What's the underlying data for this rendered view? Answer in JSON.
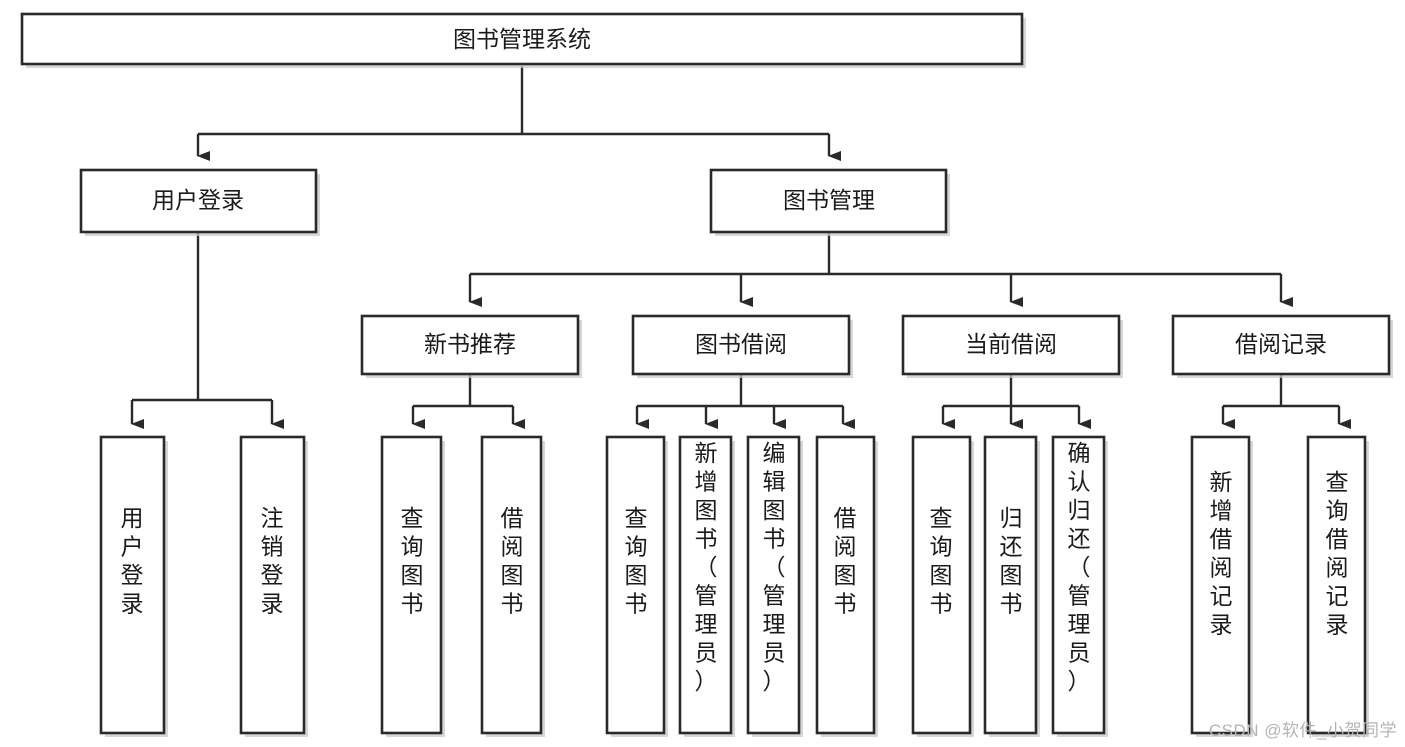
{
  "diagram": {
    "type": "tree-hierarchy-chart",
    "title": "图书管理系统",
    "watermark": "CSDN @软件_小贺同学",
    "colors": {
      "box_stroke": "#2a2a2a",
      "box_fill": "#ffffff",
      "connector": "#2a2a2a",
      "background": "#ffffff",
      "watermark_text": "#b4b4b4"
    },
    "levels": [
      {
        "level": 0,
        "nodes": [
          {
            "id": "root",
            "label": "图书管理系统",
            "orientation": "horizontal"
          }
        ]
      },
      {
        "level": 1,
        "nodes": [
          {
            "id": "user-login",
            "label": "用户登录",
            "orientation": "horizontal",
            "parent": "root"
          },
          {
            "id": "book-manage",
            "label": "图书管理",
            "orientation": "horizontal",
            "parent": "root"
          }
        ]
      },
      {
        "level": 2,
        "nodes": [
          {
            "id": "new-book-rec",
            "label": "新书推荐",
            "orientation": "horizontal",
            "parent": "book-manage"
          },
          {
            "id": "book-borrow",
            "label": "图书借阅",
            "orientation": "horizontal",
            "parent": "book-manage"
          },
          {
            "id": "current-borrow",
            "label": "当前借阅",
            "orientation": "horizontal",
            "parent": "book-manage"
          },
          {
            "id": "borrow-record",
            "label": "借阅记录",
            "orientation": "horizontal",
            "parent": "book-manage"
          }
        ]
      },
      {
        "level": 3,
        "nodes": [
          {
            "id": "leaf-user-login",
            "label": "用户登录",
            "orientation": "vertical",
            "parent": "user-login"
          },
          {
            "id": "leaf-logout",
            "label": "注销登录",
            "orientation": "vertical",
            "parent": "user-login"
          },
          {
            "id": "leaf-query-book-1",
            "label": "查询图书",
            "orientation": "vertical",
            "parent": "new-book-rec"
          },
          {
            "id": "leaf-borrow-book-1",
            "label": "借阅图书",
            "orientation": "vertical",
            "parent": "new-book-rec"
          },
          {
            "id": "leaf-query-book-2",
            "label": "查询图书",
            "orientation": "vertical",
            "parent": "book-borrow"
          },
          {
            "id": "leaf-add-book",
            "label": "新增图书（管理员）",
            "orientation": "vertical",
            "parent": "book-borrow"
          },
          {
            "id": "leaf-edit-book",
            "label": "编辑图书（管理员）",
            "orientation": "vertical",
            "parent": "book-borrow"
          },
          {
            "id": "leaf-borrow-book-2",
            "label": "借阅图书",
            "orientation": "vertical",
            "parent": "book-borrow"
          },
          {
            "id": "leaf-query-book-3",
            "label": "查询图书",
            "orientation": "vertical",
            "parent": "current-borrow"
          },
          {
            "id": "leaf-return-book",
            "label": "归还图书",
            "orientation": "vertical",
            "parent": "current-borrow"
          },
          {
            "id": "leaf-confirm-return",
            "label": "确认归还（管理员）",
            "orientation": "vertical",
            "parent": "current-borrow"
          },
          {
            "id": "leaf-add-record",
            "label": "新增借阅记录",
            "orientation": "vertical",
            "parent": "borrow-record"
          },
          {
            "id": "leaf-query-record",
            "label": "查询借阅记录",
            "orientation": "vertical",
            "parent": "borrow-record"
          }
        ]
      }
    ]
  }
}
